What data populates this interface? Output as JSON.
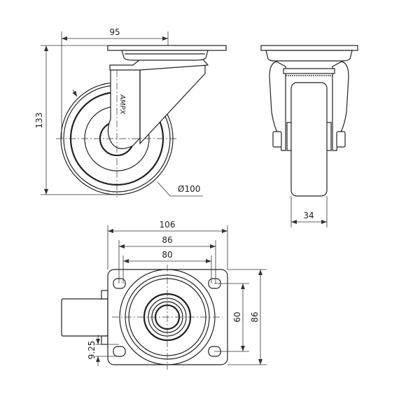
{
  "title": "Swivel castor technical drawing",
  "brand_mark": "AMPX",
  "dimensions": {
    "front_width": "95",
    "total_height": "133",
    "wheel_diameter": "Ø100",
    "wheel_width": "34",
    "plate_width": "106",
    "hole_spacing_outer": "86",
    "hole_spacing_inner": "80",
    "hole_spacing_vertical": "60",
    "plate_height": "86",
    "slot_offset": "9.25"
  }
}
